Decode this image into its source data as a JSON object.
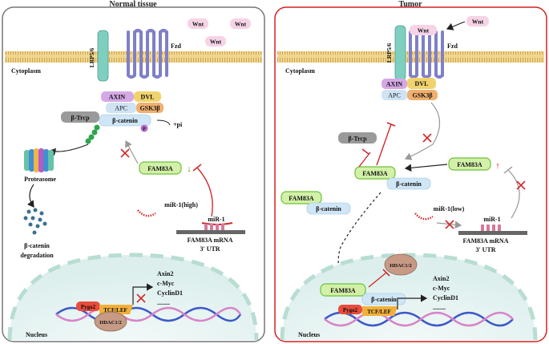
{
  "normal": {
    "title": "Normal tissue",
    "cytoplasm": "Cytoplasm",
    "nucleus": "Nucleus",
    "lrp": "LRP5/6",
    "fzd": "Fzd",
    "wnt": [
      "Wnt",
      "Wnt",
      "Wnt"
    ],
    "axin": "AXIN",
    "dvl": "DVL",
    "apc": "APC",
    "gsk": "GSK3β",
    "bcatenin": "β-catenin",
    "btrcp": "β-Trcp",
    "p": "P",
    "pi": "+pi",
    "ub": "Ub",
    "proteasome": "Proteasome",
    "degradation_1": "β-catenin",
    "degradation_2": "degradation",
    "fam83a": "FAM83A",
    "down_arrow": "↓",
    "mir_high": "miR-1(high)",
    "mir1": "miR-1",
    "mrna_1": "FAM83A mRNA",
    "mrna_2": "3' UTR",
    "genes": [
      "Axin2",
      "c-Myc",
      "CyclinD1",
      "........"
    ],
    "pygo": "Pygo2",
    "tcf": "TCF/LEF",
    "hdac": "HDAC1/2"
  },
  "tumor": {
    "title": "Tumor",
    "cytoplasm": "Cytoplasm",
    "nucleus": "Nucleus",
    "lrp": "LRP5/6",
    "fzd": "Fzd",
    "wnt_free": "Wnt",
    "wnt_bound": "Wnt",
    "axin": "AXIN",
    "dvl": "DVL",
    "apc": "APC",
    "gsk": "GSK3β",
    "btrcp": "β-Trcp",
    "fam83a_complex": "FAM83A",
    "bcatenin_complex": "β-catenin",
    "fam83a_free": "FAM83A",
    "bcatenin_free": "β-catenin",
    "fam83a_up": "FAM83A",
    "up_arrow": "↑",
    "mir_low": "miR-1(low)",
    "mir1": "miR-1",
    "mrna_1": "FAM83A mRNA",
    "mrna_2": "3' UTR",
    "fam83a_nuc": "FAM83A",
    "bcatenin_nuc": "β-catenin",
    "hdac": "HDAC1/2",
    "genes": [
      "Axin2",
      "c-Myc",
      "CyclinD1",
      "........"
    ],
    "pygo": "Pygo2",
    "tcf": "TCF/LEF"
  },
  "colors": {
    "normal_border": "#777777",
    "tumor_border": "#d42020",
    "membrane": "#e9c36a",
    "lrp": "#7ecfc0",
    "fzd": "#7f7fc9",
    "wnt": "#f6d3e6",
    "axin": "#d6a8e6",
    "dvl": "#f1d36e",
    "apc": "#cfe3f4",
    "gsk": "#f0b06f",
    "btrcp": "#9a9a9a",
    "fam83a": "#d3f0a8",
    "fam83a_border": "#6cc23a",
    "bcatenin": "#cfe6f6",
    "nucleus": "#e3f1f0",
    "inhibit": "#d02b2b",
    "arrow": "#222222"
  }
}
